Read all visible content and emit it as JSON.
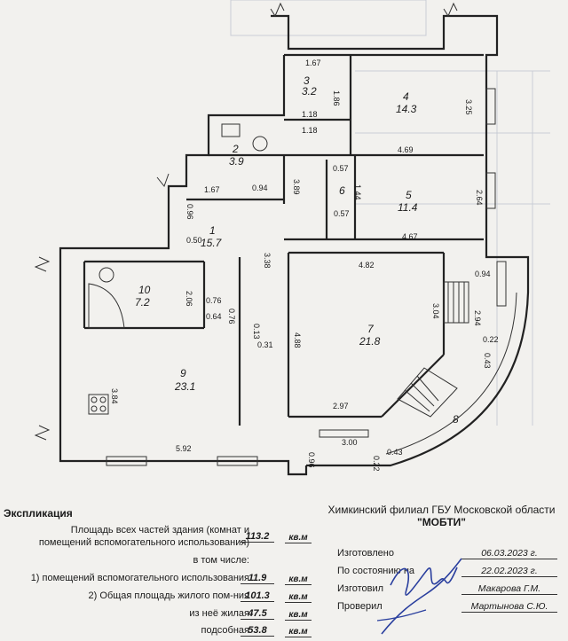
{
  "rooms": [
    {
      "number": "1",
      "area": "15.7"
    },
    {
      "number": "2",
      "area": "3.9"
    },
    {
      "number": "3",
      "area": "3.2"
    },
    {
      "number": "4",
      "area": "14.3"
    },
    {
      "number": "5",
      "area": "11.4"
    },
    {
      "number": "6",
      "area": ""
    },
    {
      "number": "7",
      "area": "21.8"
    },
    {
      "number": "8",
      "area": ""
    },
    {
      "number": "9",
      "area": "23.1"
    },
    {
      "number": "10",
      "area": "7.2"
    }
  ],
  "dimensions": [
    "1.67",
    "1.86",
    "1.18",
    "1.18",
    "3.25",
    "4.69",
    "0.57",
    "1.44",
    "0.57",
    "2.64",
    "4.67",
    "1.67",
    "0.94",
    "3.89",
    "0.96",
    "0.50",
    "3.38",
    "4.82",
    "0.94",
    "2.06",
    "0.76",
    "0.64",
    "0.76",
    "0.13",
    "0.31",
    "3.04",
    "2.94",
    "4.88",
    "0.22",
    "0.43",
    "3.84",
    "2.97",
    "3.00",
    "5.92",
    "0.96",
    "0.22",
    "0.43"
  ],
  "explication": {
    "title": "Экспликация",
    "rows": [
      {
        "label_lines": [
          "Площадь всех частей здания (комнат и",
          "помещений вспомогательного использования)"
        ],
        "value": "113.2",
        "unit": "кв.м"
      },
      {
        "label_lines": [
          "в том числе:"
        ],
        "value": "",
        "unit": ""
      },
      {
        "label_lines": [
          "1) помещений вспомогательного использования"
        ],
        "value": "11.9",
        "unit": "кв.м"
      },
      {
        "label_lines": [
          "2) Общая площадь жилого пом-ния"
        ],
        "value": "101.3",
        "unit": "кв.м"
      },
      {
        "label_lines": [
          "из неё жилая"
        ],
        "value": "47.5",
        "unit": "кв.м"
      },
      {
        "label_lines": [
          "подсобная"
        ],
        "value": "53.8",
        "unit": "кв.м"
      }
    ]
  },
  "organization": {
    "line1": "Химкинский филиал ГБУ Московской области",
    "line2": "\"МОБТИ\""
  },
  "signatures": [
    {
      "label": "Изготовлено",
      "value": "06.03.2023 г."
    },
    {
      "label": "По состоянию на",
      "value": "22.02.2023 г."
    },
    {
      "label": "Изготовил",
      "value": "Макарова Г.М."
    },
    {
      "label": "Проверил",
      "value": "Мартынова С.Ю."
    }
  ],
  "colors": {
    "paper": "#f2f1ee",
    "ink": "#1a1a1a",
    "signature": "#2a3f9e"
  }
}
